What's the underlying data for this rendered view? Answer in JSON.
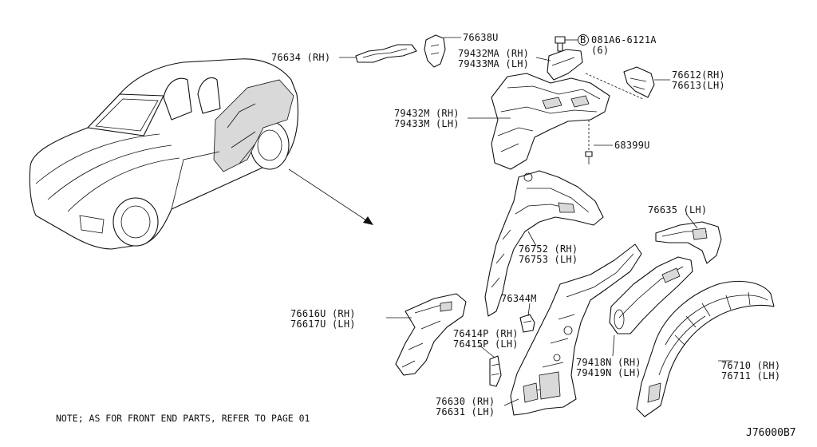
{
  "labels": {
    "p76638u": "76638U",
    "p76634": "76634 (RH)",
    "p79432ma": "79432MA (RH)",
    "p79433ma": "79433MA (LH)",
    "p081a6_code": "081A6-6121A",
    "p081a6_prefix": "B",
    "p081a6_qty": "(6)",
    "p76612": "76612(RH)",
    "p76613": "76613(LH)",
    "p79432m": "79432M (RH)",
    "p79433m": "79433M (LH)",
    "p68399u": "68399U",
    "p76635": "76635 (LH)",
    "p76752": "76752 (RH)",
    "p76753": "76753 (LH)",
    "p76344m": "76344M",
    "p76616u": "76616U (RH)",
    "p76617u": "76617U (LH)",
    "p76414p": "76414P (RH)",
    "p76415p": "76415P (LH)",
    "p79418n": "79418N (RH)",
    "p79419n": "79419N (LH)",
    "p76710": "76710  (RH)",
    "p76711": "76711  (LH)",
    "p76630": "76630 (RH)",
    "p76631": "76631 (LH)"
  },
  "footer": {
    "note": "NOTE; AS FOR FRONT END PARTS, REFER TO PAGE 01",
    "diagram_ref": "J76000B7"
  }
}
